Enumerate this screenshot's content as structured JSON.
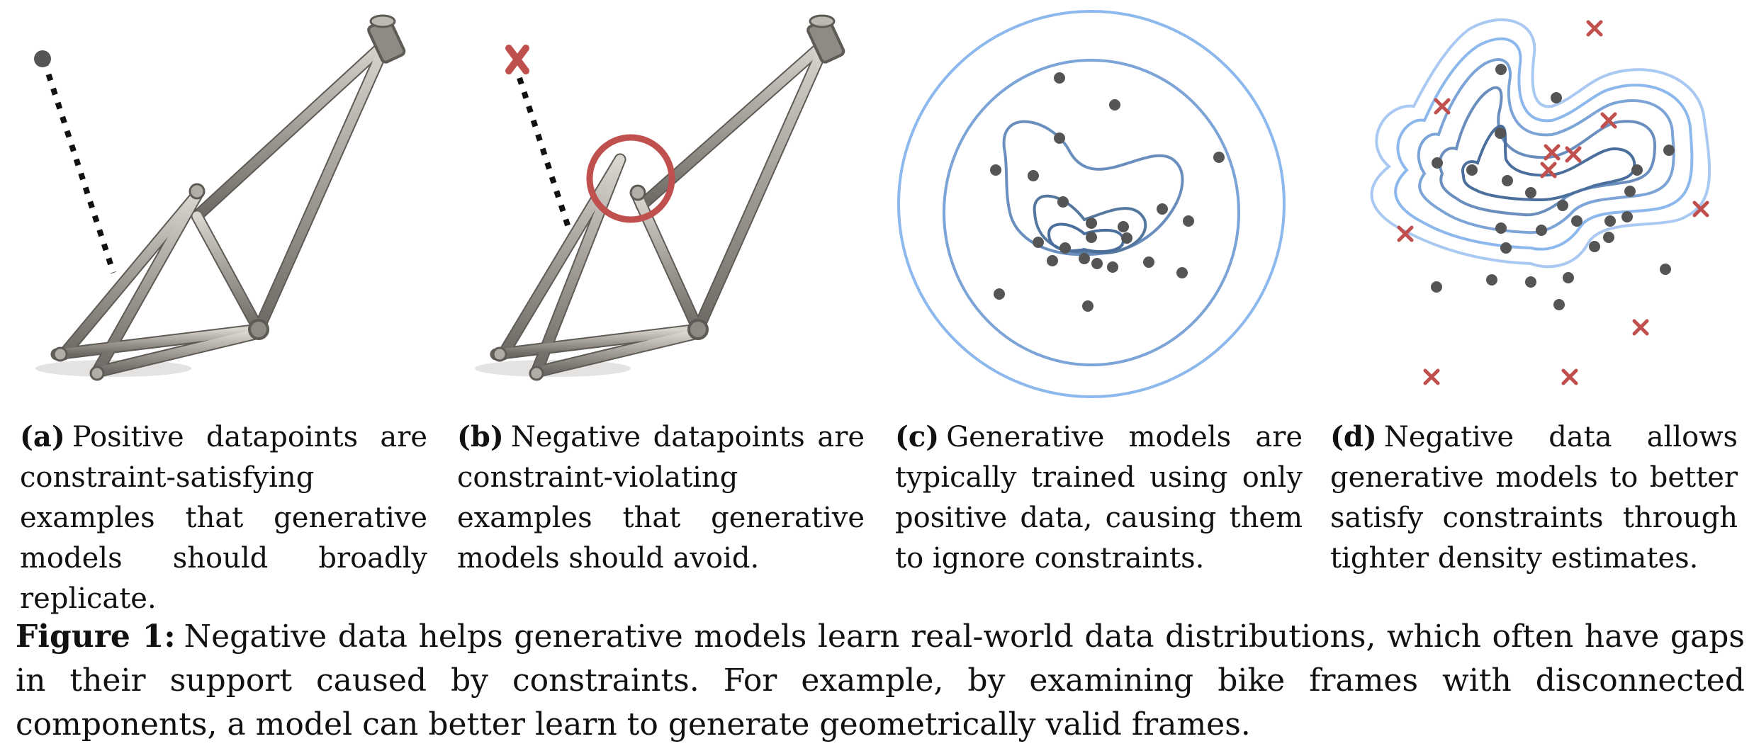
{
  "panels": [
    {
      "id": "a",
      "label": "(a)",
      "text": "Positive datapoints are constraint-satisfying examples that generative models should broadly replicate.",
      "marker": "filled-dot"
    },
    {
      "id": "b",
      "label": "(b)",
      "text": "Negative datapoints are constraint-violating examples that generative models should avoid.",
      "marker": "x-mark"
    },
    {
      "id": "c",
      "label": "(c)",
      "text": "Generative models are typically trained using only positive data, causing them to ignore constraints."
    },
    {
      "id": "d",
      "label": "(d)",
      "text": "Negative data allows generative models to better satisfy constraints through tighter density estimates."
    }
  ],
  "figure_caption": {
    "label": "Figure 1:",
    "text": "Negative data helps generative models learn real-world data distributions, which often have gaps in their support caused by constraints. For example, by examining bike frames with disconnected components, a model can better learn to generate geometrically valid frames."
  },
  "colors": {
    "frame_tube": "#a39e97",
    "frame_shadow": "#5e5a55",
    "positive_point": "#555555",
    "negative_mark": "#c0504d",
    "contour_outer": "#8db8ee",
    "contour_inner": "#4a6f9c"
  }
}
